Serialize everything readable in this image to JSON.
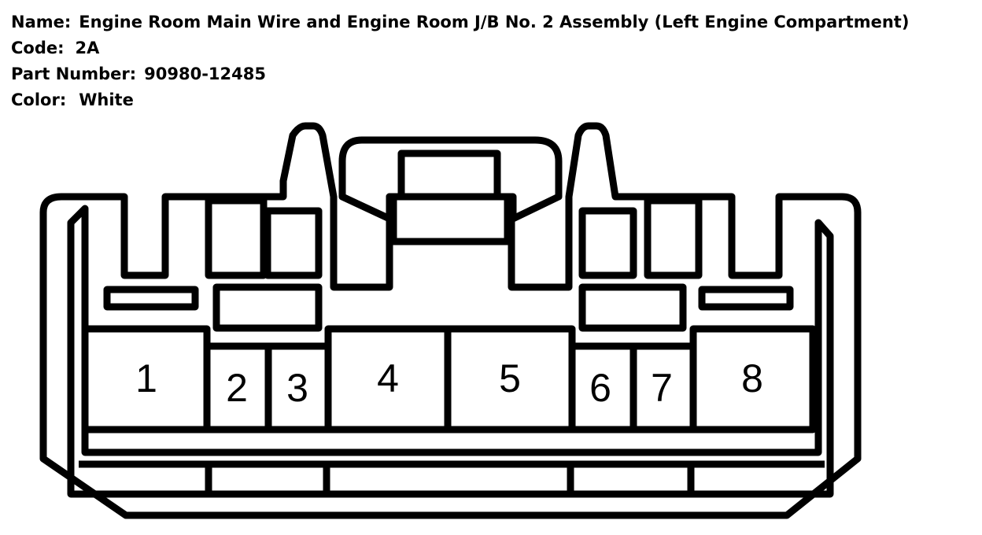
{
  "info": {
    "name_label": "Name:",
    "name_value": "Engine Room Main Wire and Engine Room J/B No. 2 Assembly (Left Engine Compartment)",
    "code_label": "Code:",
    "code_value": "2A",
    "part_label": "Part Number:",
    "part_value": "90980-12485",
    "color_label": "Color:",
    "color_value": "White"
  },
  "pins": [
    "1",
    "2",
    "3",
    "4",
    "5",
    "6",
    "7",
    "8"
  ],
  "colors": {
    "stroke": "#000000",
    "background": "#ffffff"
  }
}
